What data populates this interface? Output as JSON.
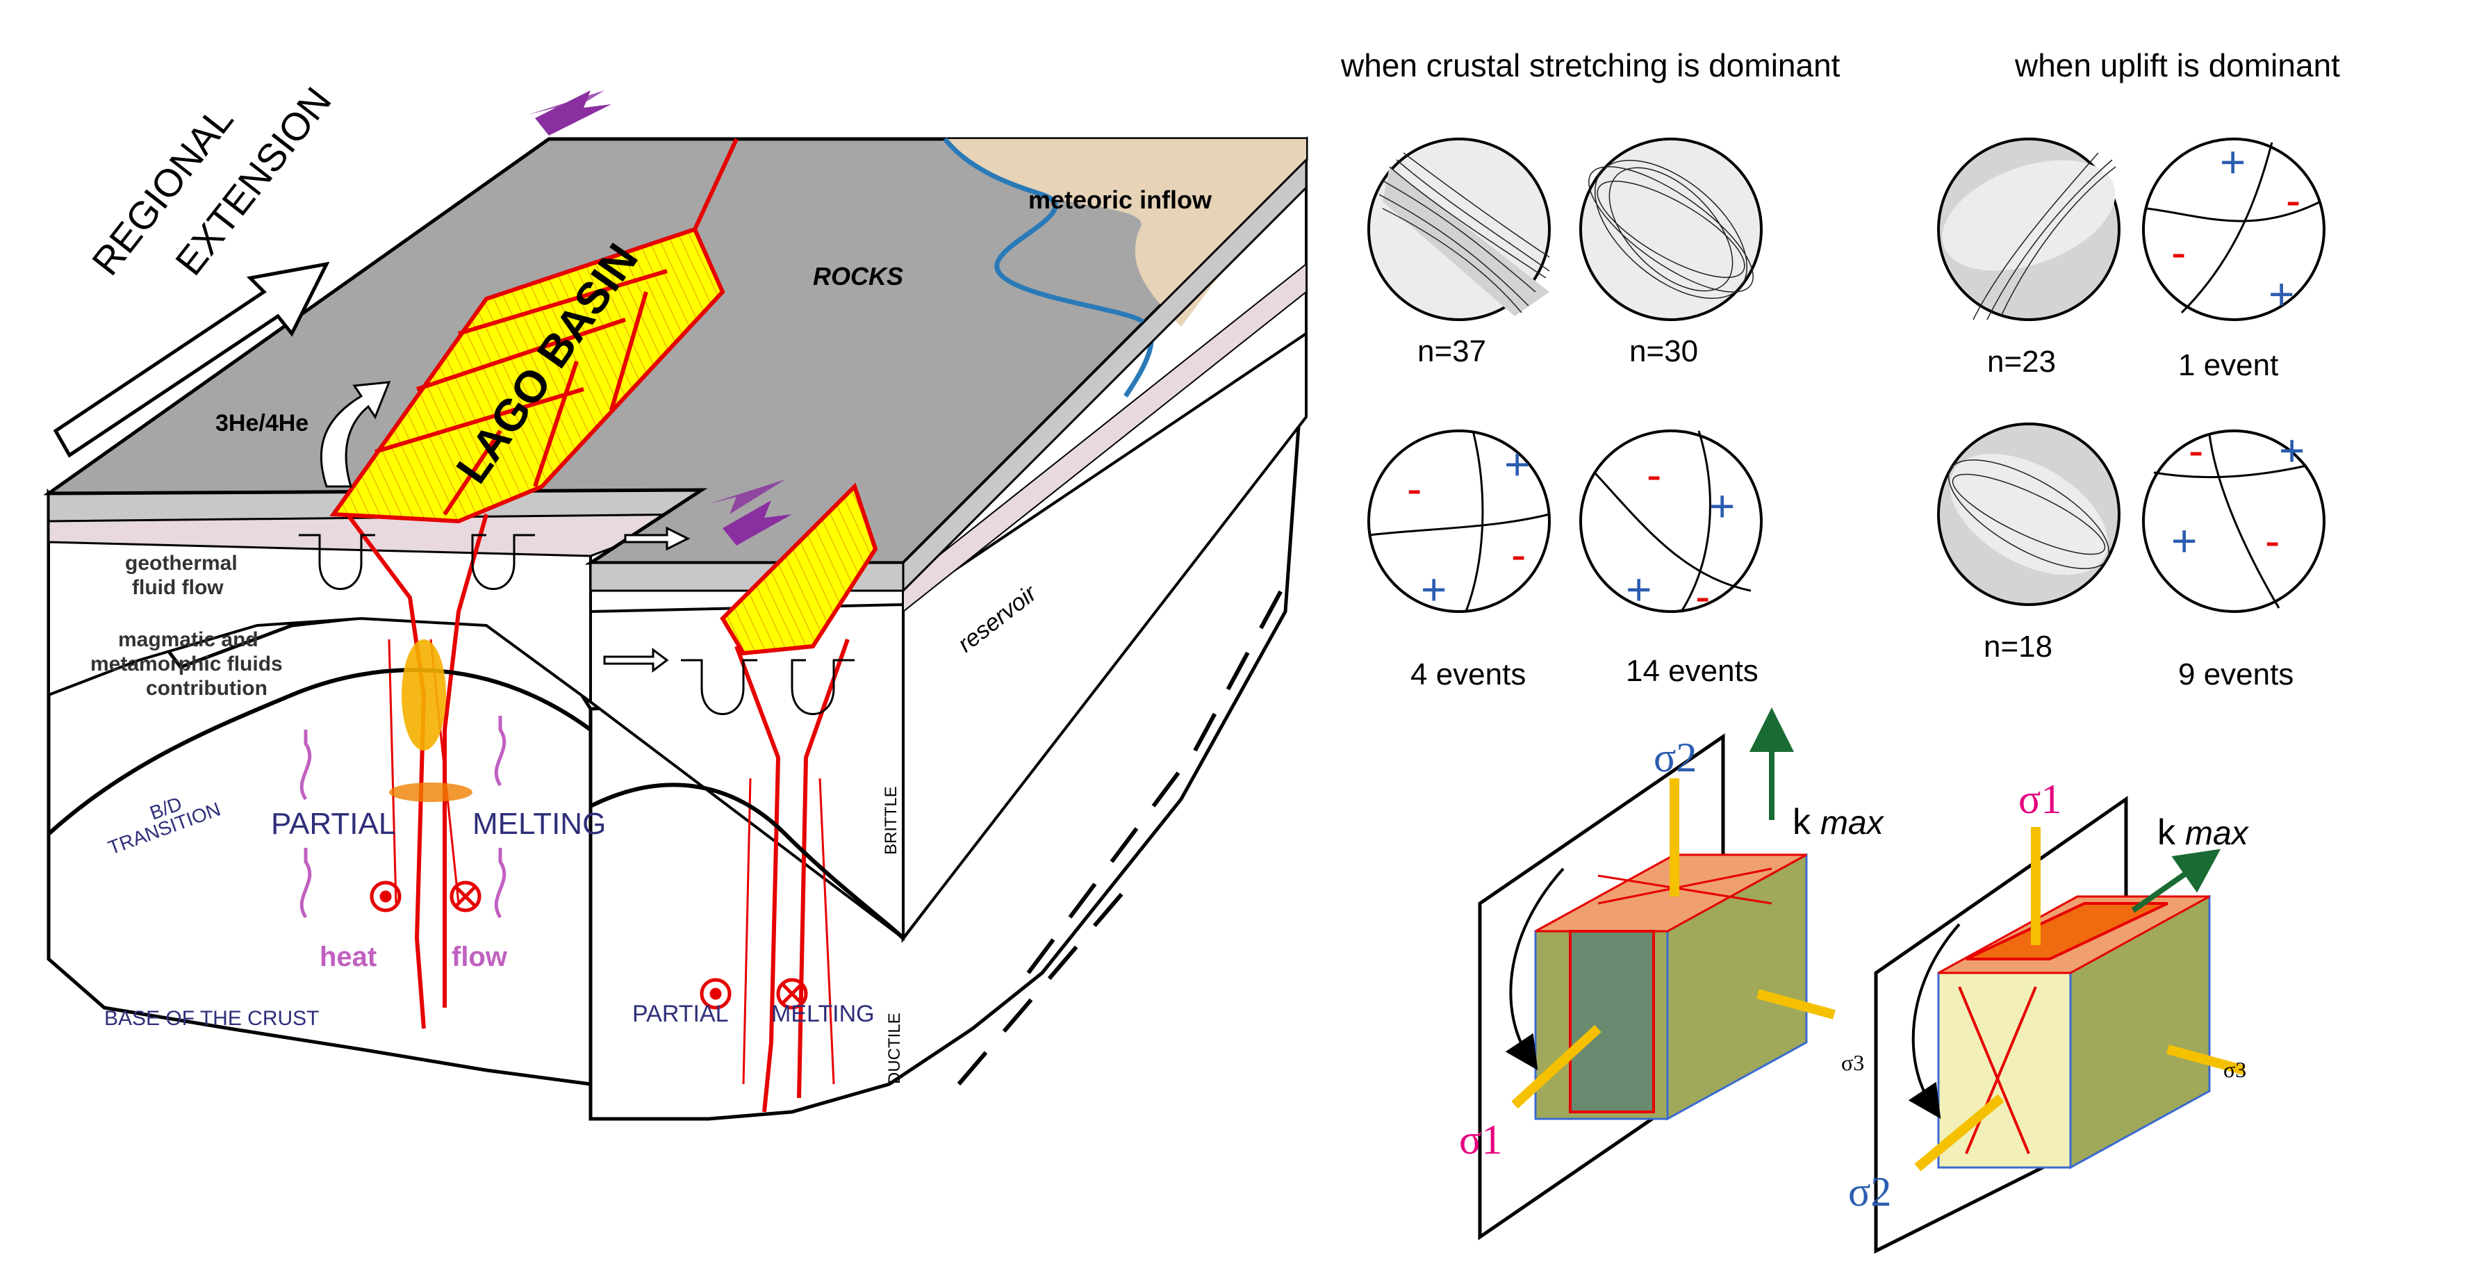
{
  "block": {
    "regional_extension_1": "REGIONAL",
    "regional_extension_2": "EXTENSION",
    "rocks": "ROCKS",
    "basin": "LAGO BASIN",
    "meteoric": "meteoric inflow",
    "he_ratio": "3He/4He",
    "geothermal_1": "geothermal",
    "geothermal_2": "fluid flow",
    "magmatic_1": "magmatic and",
    "magmatic_2": "metamorphic fluids",
    "magmatic_3": "contribution",
    "reservoir": "reservoir",
    "bd_1": "B/D",
    "bd_2": "TRANSITION",
    "partial_left": "PARTIAL",
    "melting_left": "MELTING",
    "heat": "heat",
    "flow": "flow",
    "base": "BASE OF THE CRUST",
    "brittle": "BRITTLE",
    "partial_right": "PARTIAL",
    "melting_right": "MELTING",
    "ductile": "DUCTILE"
  },
  "stereonets": {
    "heading_stretching": "when crustal stretching is dominant",
    "heading_uplift": "when uplift is dominant",
    "n37": "n=37",
    "n30": "n=30",
    "n23": "n=23",
    "n18": "n=18",
    "ev1": "1 event",
    "ev4": "4 events",
    "ev14": "14 events",
    "ev9": "9 events",
    "plus": "+",
    "minus": "-"
  },
  "stress": {
    "k": "k",
    "max": "max",
    "sigma1": "σ1",
    "sigma2": "σ2",
    "sigma3": "σ3"
  },
  "colors": {
    "rock_gray": "#a6a6a6",
    "basin_yellow": "#ffff00",
    "fault_red": "#e60000",
    "meteoric_tan": "#e6d3b8",
    "river_blue": "#2a7ab8",
    "text_navy": "#2e2e7a",
    "sigma_magenta": "#e6007e",
    "sigma_blue": "#2b5db0",
    "kmax_green": "#1a6b33",
    "block_olive": "#a0a85a",
    "block_cream": "#f2f0b8",
    "top_salmon": "#f0a070",
    "top_orange": "#f06a10"
  }
}
